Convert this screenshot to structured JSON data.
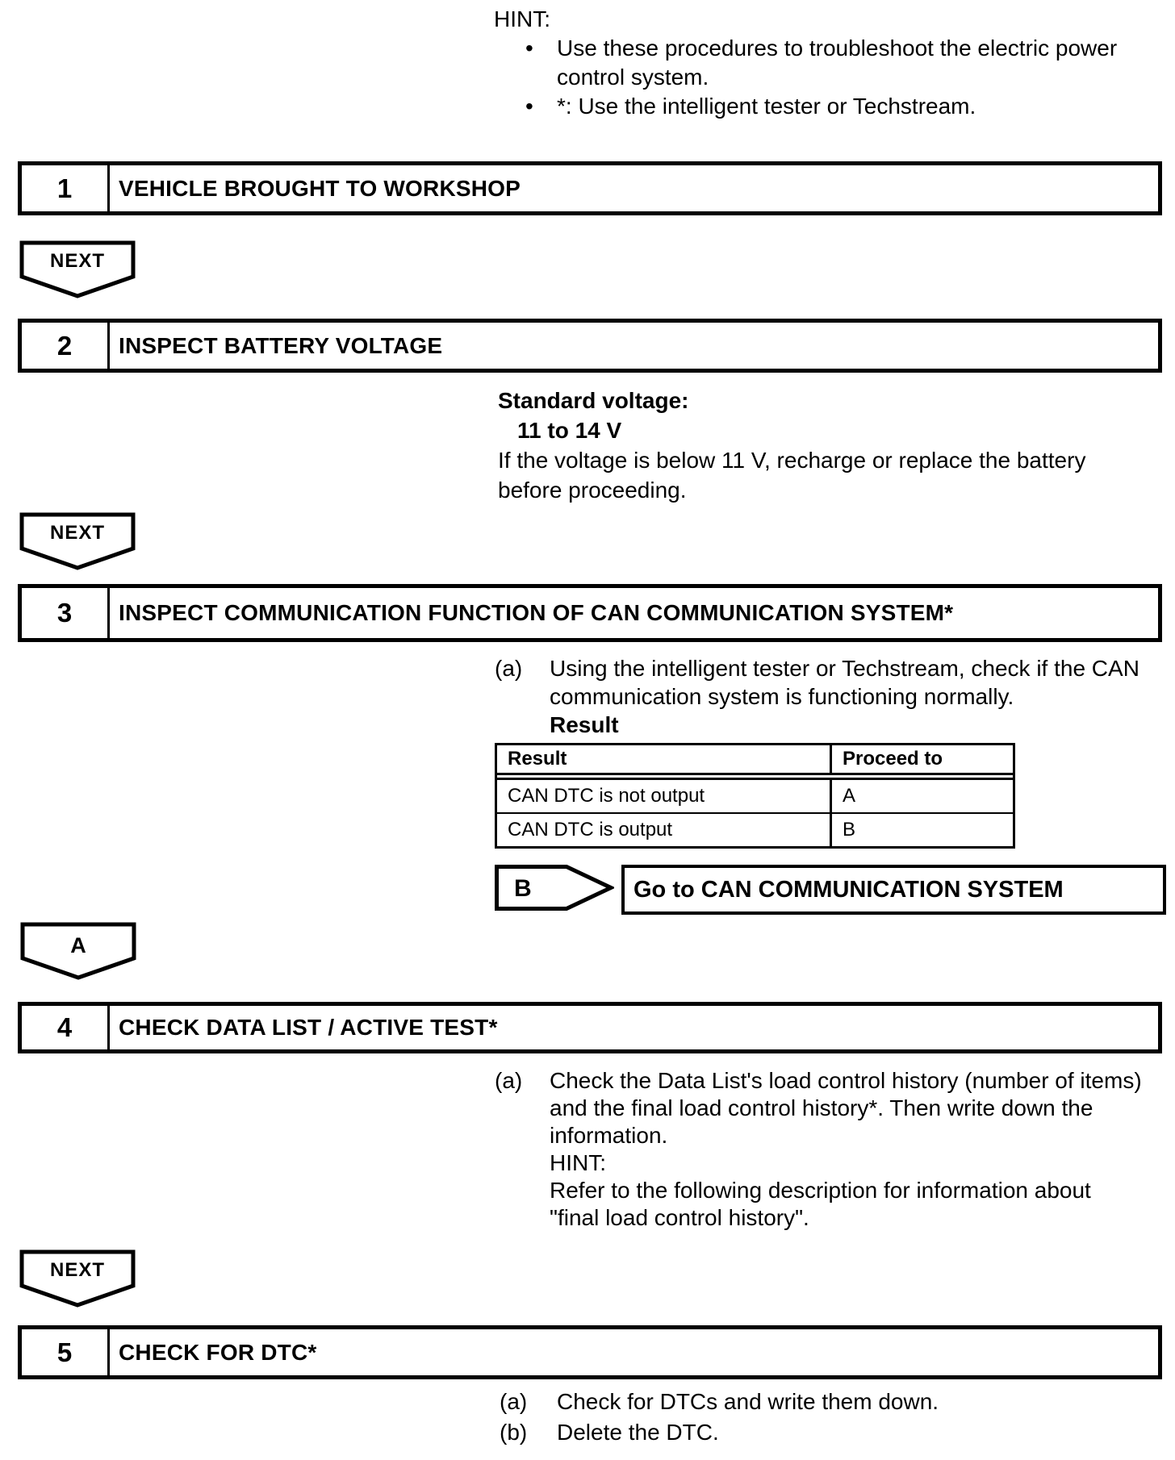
{
  "page": {
    "background": "#ffffff",
    "text_color": "#000000"
  },
  "hint_top": {
    "label": "HINT:",
    "bullet_glyph": "•",
    "bullets": [
      "Use these procedures to troubleshoot the electric power control system.",
      "*: Use the intelligent tester or Techstream."
    ]
  },
  "steps": [
    {
      "number": "1",
      "title": "VEHICLE BROUGHT TO WORKSHOP"
    },
    {
      "number": "2",
      "title": "INSPECT BATTERY VOLTAGE"
    },
    {
      "number": "3",
      "title": "INSPECT COMMUNICATION FUNCTION OF CAN COMMUNICATION SYSTEM*"
    },
    {
      "number": "4",
      "title": "CHECK DATA LIST / ACTIVE TEST*"
    },
    {
      "number": "5",
      "title": "CHECK FOR DTC*"
    }
  ],
  "connectors": {
    "next_label": "NEXT",
    "a_label": "A",
    "b_label": "B"
  },
  "step2_body": {
    "standard_voltage_label": "Standard voltage:",
    "standard_voltage_value": "11 to 14 V",
    "note": "If the voltage is below 11 V, recharge or replace the battery before proceeding."
  },
  "step3_body": {
    "item_label": "(a)",
    "item_text": "Using the intelligent tester or Techstream, check if the CAN communication system is functioning normally.",
    "result_label": "Result",
    "table": {
      "headers": [
        "Result",
        "Proceed to"
      ],
      "rows": [
        {
          "result": "CAN DTC is not output",
          "proceed": "A"
        },
        {
          "result": "CAN DTC is output",
          "proceed": "B"
        }
      ]
    },
    "goto_label": "Go to CAN COMMUNICATION SYSTEM"
  },
  "step4_body": {
    "item_label": "(a)",
    "item_text": "Check the Data List's load control history (number of items) and the final load control history*. Then write down the information.",
    "hint_label": "HINT:",
    "hint_text": "Refer to the following description for information about \"final load control history\"."
  },
  "step5_body": {
    "items": [
      {
        "label": "(a)",
        "text": "Check for DTCs and write them down."
      },
      {
        "label": "(b)",
        "text": "Delete the DTC."
      }
    ]
  }
}
